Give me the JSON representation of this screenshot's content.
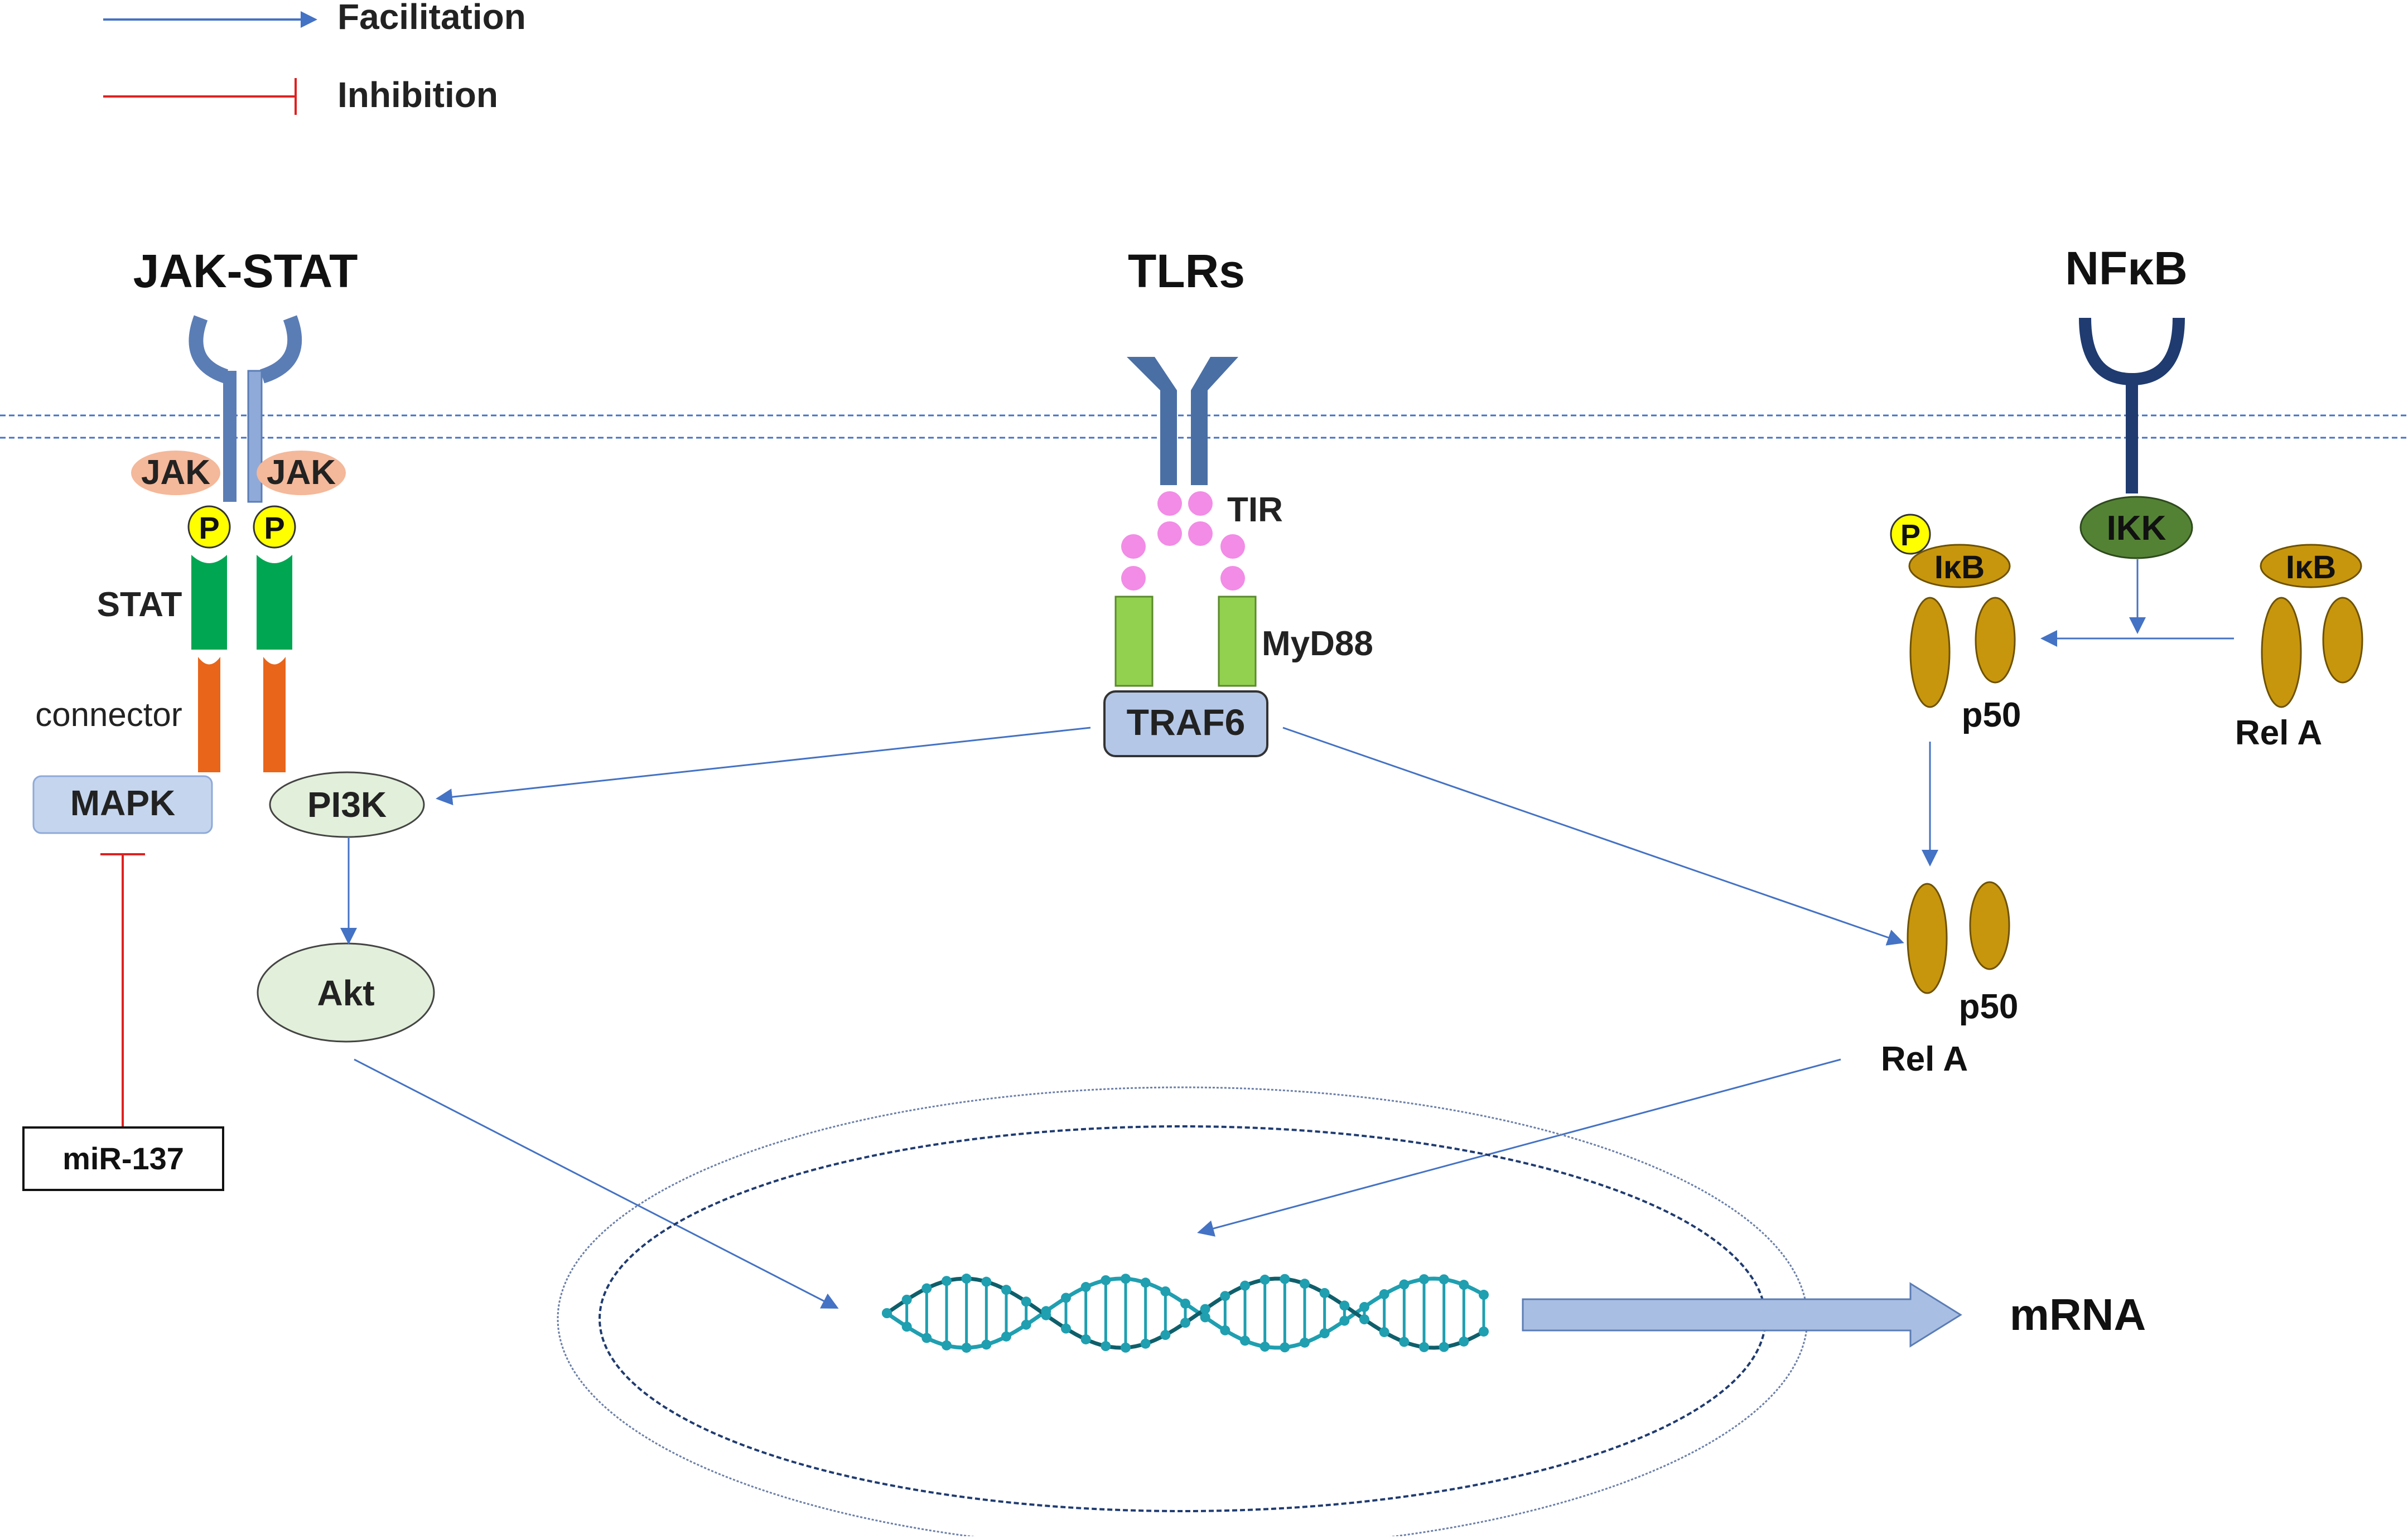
{
  "legend": {
    "facilitation": "Facilitation",
    "inhibition": "Inhibition"
  },
  "pathways": {
    "jak_stat": {
      "title": "JAK-STAT",
      "jak_left": "JAK",
      "jak_right": "JAK",
      "p_left": "P",
      "p_right": "P",
      "stat": "STAT",
      "connector": "connector",
      "mapk": "MAPK",
      "pi3k": "PI3K",
      "akt": "Akt",
      "mirna": "miR-137"
    },
    "tlrs": {
      "title": "TLRs",
      "tir": "TIR",
      "myd88": "MyD88",
      "traf6": "TRAF6"
    },
    "nfkb": {
      "title": "NFκB",
      "ikk": "IKK",
      "ikb_left": "IκB",
      "ikb_right": "IκB",
      "p": "P",
      "p50_top": "p50",
      "rela_top": "Rel A",
      "p50_bottom": "p50",
      "rela_bottom": "Rel A"
    }
  },
  "output": {
    "mrna": "mRNA"
  },
  "colors": {
    "arrow_blue": "#4472C4",
    "inhibit_red": "#E02020",
    "receptor_blue": "#5B7DB5",
    "jak_fill": "#F4B89A",
    "p_fill": "#FFFF00",
    "stat_green": "#00A651",
    "connector_orange": "#E8651A",
    "box_fill": "#C5D5EE",
    "oval_fill": "#E2EFDA",
    "tir_pink": "#F28CE6",
    "myd88_green": "#92D050",
    "ikk_green": "#548235",
    "nfkb_gold": "#C8960C",
    "dna_teal": "#1F9FB0",
    "mrna_arrow": "#A9BEE3"
  }
}
